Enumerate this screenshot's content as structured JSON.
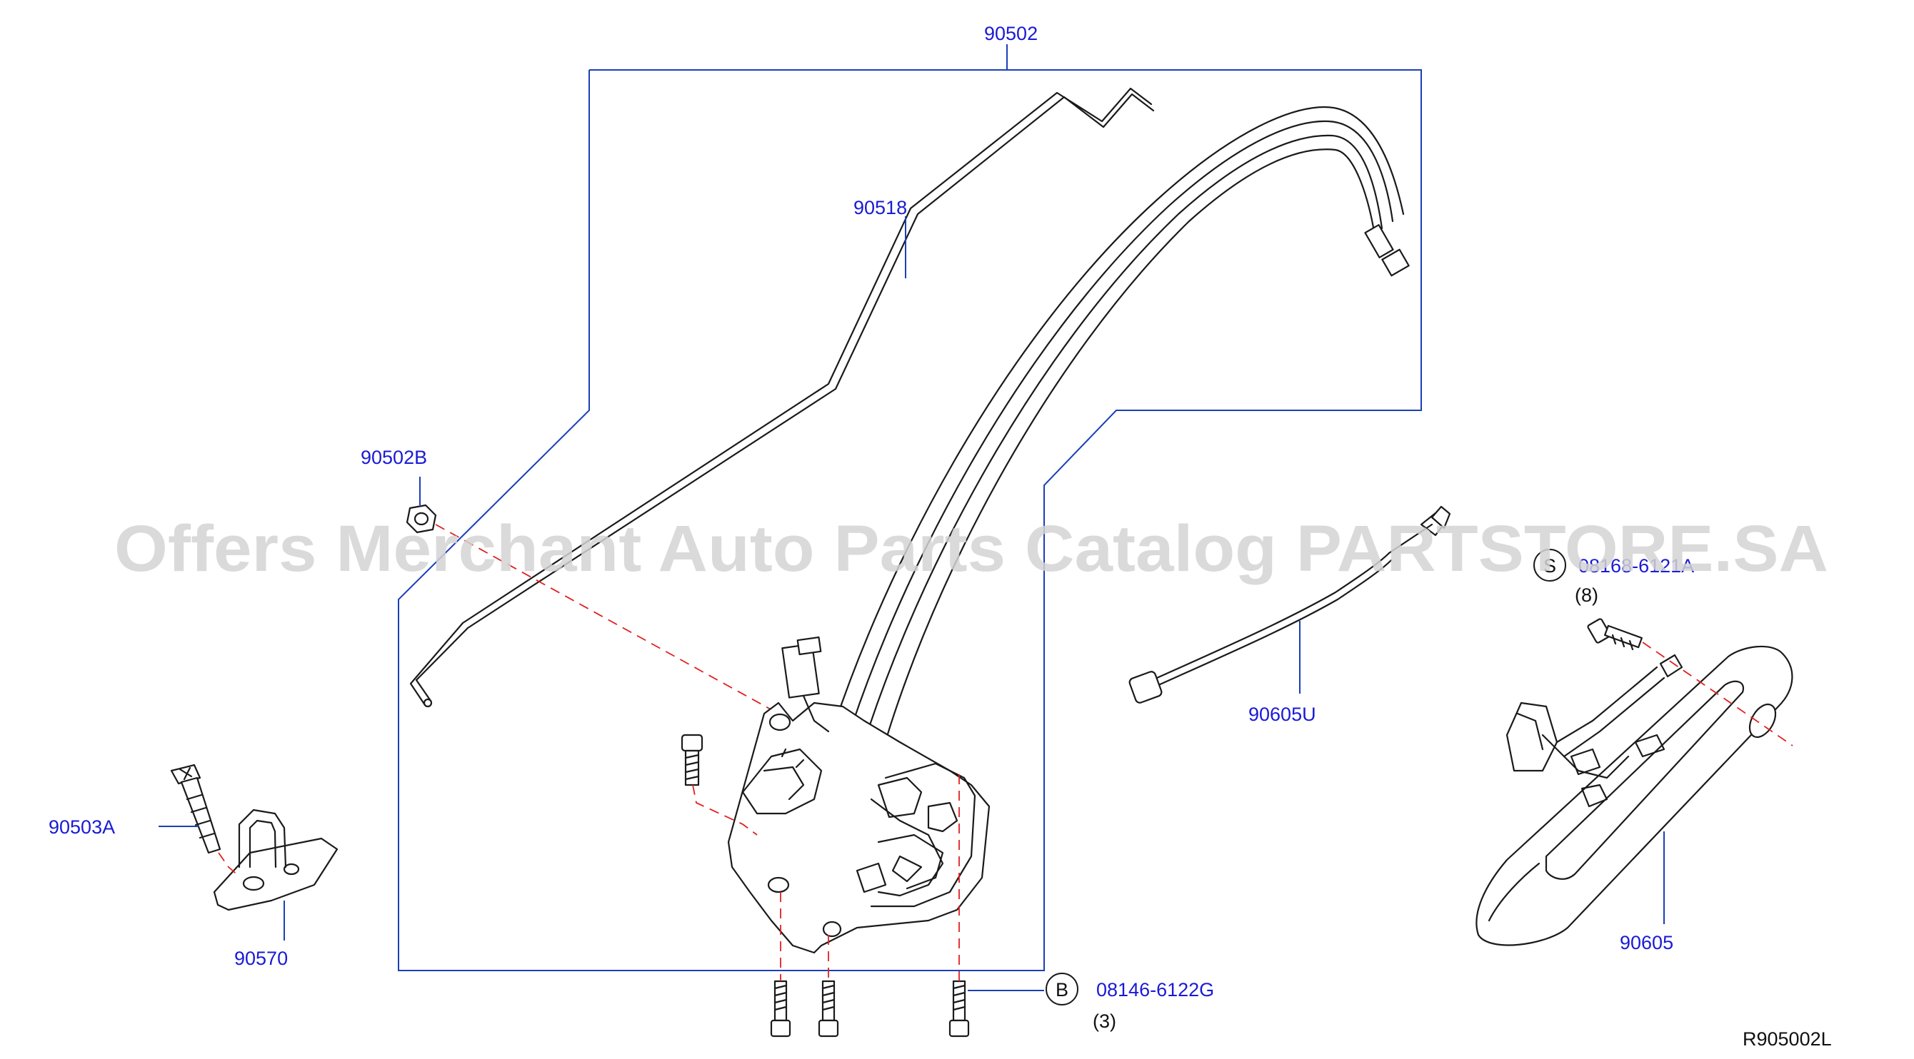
{
  "watermark": "Offers Merchant Auto Parts Catalog PARTSTORE.SA",
  "diagram_id": "R905002L",
  "colors": {
    "label": "#1a1ad6",
    "frame": "#1a3fb8",
    "dashed": "#e02020",
    "line": "#1a1a1a"
  },
  "parts": {
    "p90502": "90502",
    "p90518": "90518",
    "p90502b": "90502B",
    "p90503a": "90503A",
    "p90570": "90570",
    "p90605u": "90605U",
    "p90605": "90605"
  },
  "fasteners": {
    "b": {
      "letter": "B",
      "number": "08146-6122G",
      "qty": "(3)"
    },
    "s": {
      "letter": "S",
      "number": "08168-6121A",
      "qty": "(8)"
    }
  }
}
